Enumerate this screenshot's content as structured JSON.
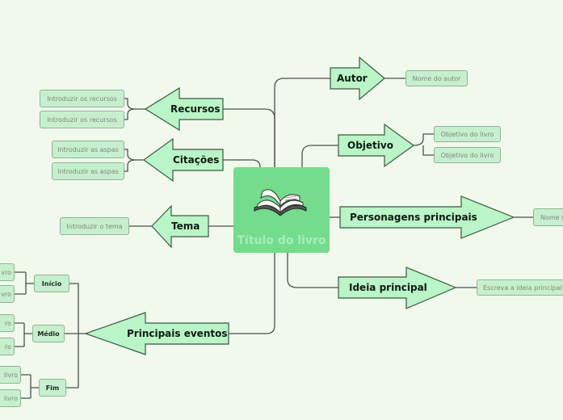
{
  "center": {
    "title": "Título do livro",
    "icon": "open-book-icon"
  },
  "colors": {
    "background": "#f1f8ec",
    "center": "#73dc8d",
    "arrow": "#b9f5c6",
    "node": "#c6efcd",
    "line": "#4a524c"
  },
  "branches": {
    "autor": {
      "label": "Autor",
      "children": [
        "Nome do autor"
      ]
    },
    "objetivo": {
      "label": "Objetivo",
      "children": [
        "Objetivo do livro",
        "Objetivo do livro"
      ]
    },
    "personagens": {
      "label": "Personagens principais",
      "children": [
        "Nome d"
      ]
    },
    "ideia": {
      "label": "Ideia principal",
      "children": [
        "Escreva a ideia principal"
      ]
    },
    "recursos": {
      "label": "Recursos",
      "children": [
        "Introduzir os recursos",
        "Introduzir os recursos"
      ]
    },
    "citacoes": {
      "label": "Citações",
      "children": [
        "Introduzir as aspas",
        "Introduzir as aspas"
      ]
    },
    "tema": {
      "label": "Tema",
      "children": [
        "Introduzir o tema"
      ]
    },
    "eventos": {
      "label": "Principais eventos",
      "groups": [
        {
          "label": "Início",
          "children": [
            "vro",
            "vro"
          ]
        },
        {
          "label": "Médio",
          "children": [
            "ro",
            "ro"
          ]
        },
        {
          "label": "Fim",
          "children": [
            "livro",
            "livro"
          ]
        }
      ]
    }
  }
}
